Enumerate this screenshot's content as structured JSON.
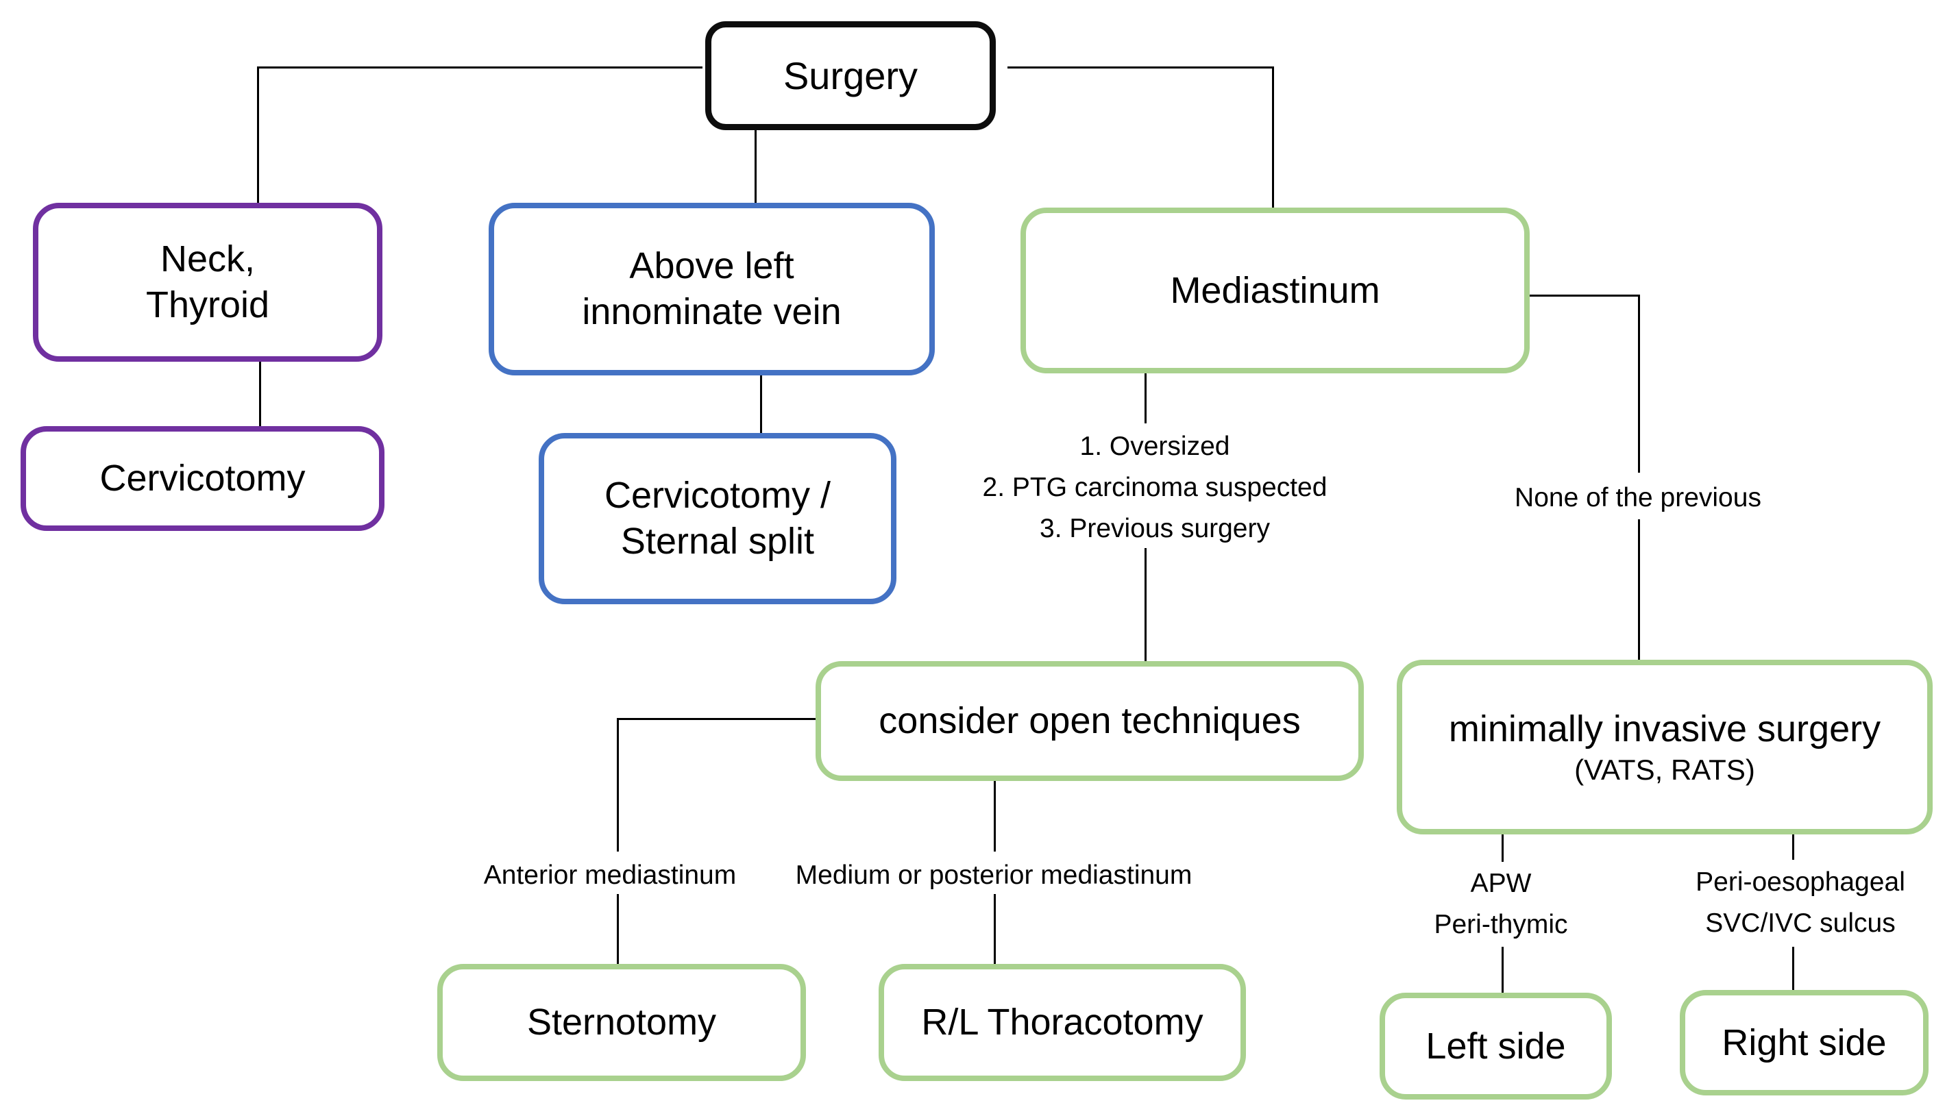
{
  "diagram": {
    "colors": {
      "root_border": "#0d0d0d",
      "purple": "#7030A0",
      "blue": "#4472C4",
      "green": "#A9D18E",
      "connector": "#000000",
      "text": "#000000"
    },
    "nodes": {
      "surgery": {
        "label": "Surgery"
      },
      "neck_thyroid": {
        "lines": [
          "Neck,",
          "Thyroid"
        ]
      },
      "above_innominate": {
        "lines": [
          "Above left",
          "innominate vein"
        ]
      },
      "mediastinum": {
        "label": "Mediastinum"
      },
      "cervicotomy": {
        "label": "Cervicotomy"
      },
      "cervicotomy_sternal": {
        "lines": [
          "Cervicotomy /",
          "Sternal split"
        ]
      },
      "consider_open": {
        "label": "consider open techniques"
      },
      "minimally_invasive": {
        "main": "minimally invasive surgery",
        "sub": "(VATS, RATS)"
      },
      "sternotomy": {
        "label": "Sternotomy"
      },
      "rl_thoracotomy": {
        "label": "R/L Thoracotomy"
      },
      "left_side": {
        "label": "Left side"
      },
      "right_side": {
        "label": "Right side"
      }
    },
    "edge_labels": {
      "criteria": {
        "lines": [
          "1. Oversized",
          "2. PTG carcinoma suspected",
          "3. Previous surgery"
        ]
      },
      "none_previous": {
        "label": "None of the previous"
      },
      "anterior_mediastinum": {
        "label": "Anterior mediastinum"
      },
      "medium_posterior": {
        "label": "Medium or posterior mediastinum"
      },
      "apw": {
        "lines": [
          "APW",
          "Peri-thymic"
        ]
      },
      "peri_oesophageal": {
        "lines": [
          "Peri-oesophageal",
          "SVC/IVC sulcus"
        ]
      }
    }
  }
}
